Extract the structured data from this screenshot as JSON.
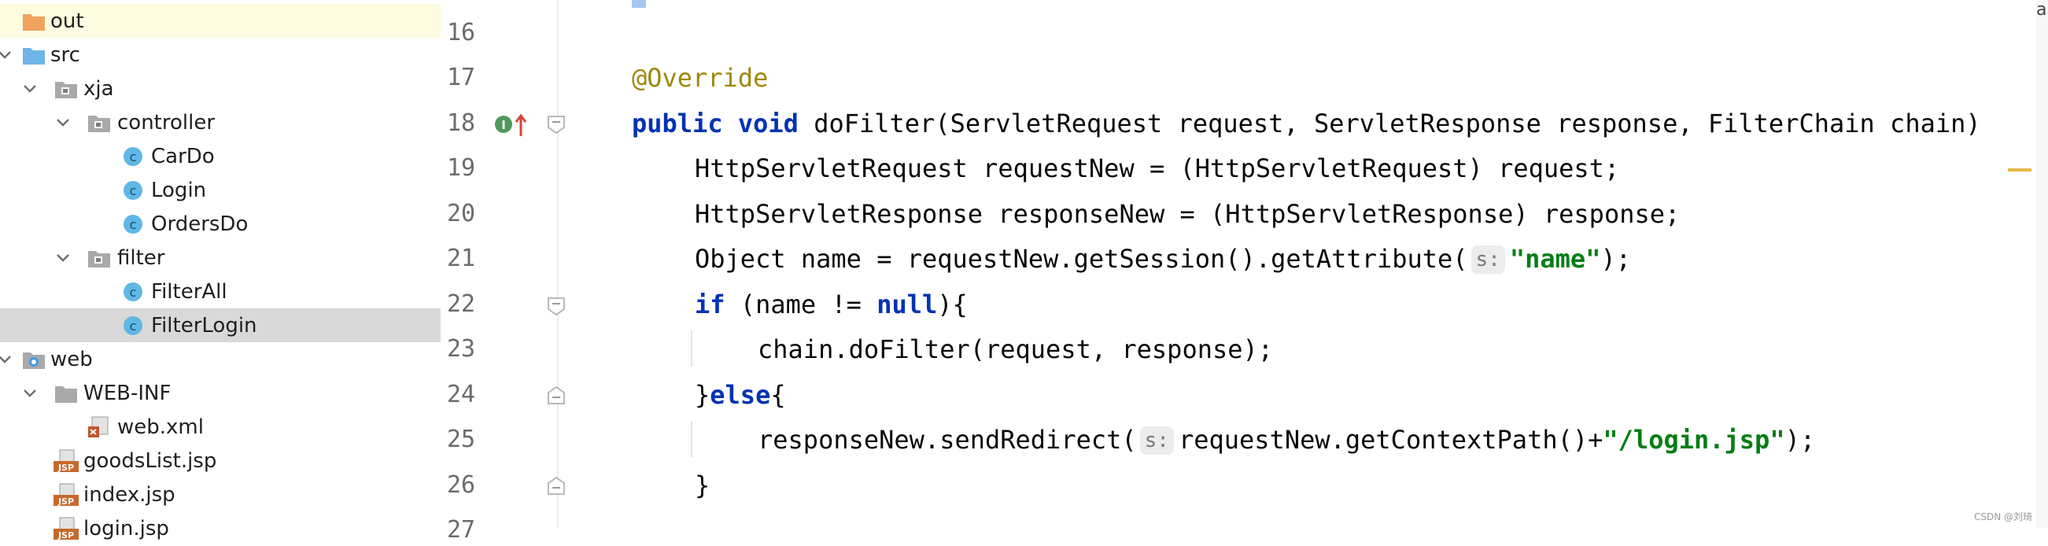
{
  "project_tree": {
    "items": [
      {
        "label": "out",
        "icon": "folder-orange"
      },
      {
        "label": "src",
        "icon": "folder-blue"
      },
      {
        "label": "xja",
        "icon": "package"
      },
      {
        "label": "controller",
        "icon": "package"
      },
      {
        "label": "CarDo",
        "icon": "class"
      },
      {
        "label": "Login",
        "icon": "class"
      },
      {
        "label": "OrdersDo",
        "icon": "class"
      },
      {
        "label": "filter",
        "icon": "package"
      },
      {
        "label": "FilterAll",
        "icon": "class"
      },
      {
        "label": "FilterLogin",
        "icon": "class"
      },
      {
        "label": "web",
        "icon": "web-folder"
      },
      {
        "label": "WEB-INF",
        "icon": "folder-gray"
      },
      {
        "label": "web.xml",
        "icon": "xml-file"
      },
      {
        "label": "goodsList.jsp",
        "icon": "jsp-file"
      },
      {
        "label": "index.jsp",
        "icon": "jsp-file"
      },
      {
        "label": "login.jsp",
        "icon": "jsp-file"
      }
    ],
    "class_icon_letter": "c",
    "jsp_badge": "JSP"
  },
  "gutter": {
    "line_numbers": [
      "16",
      "17",
      "18",
      "19",
      "20",
      "21",
      "22",
      "23",
      "24",
      "25",
      "26",
      "27"
    ],
    "implement_marker_letter": "I"
  },
  "code": {
    "l17_annotation": "@Override",
    "l18_kw1": "public",
    "l18_kw2": "void",
    "l18_rest": " doFilter(ServletRequest request, ServletResponse response, FilterChain chain)",
    "l19": "HttpServletRequest requestNew = (HttpServletRequest) request;",
    "l20": "HttpServletResponse responseNew = (HttpServletResponse) response;",
    "l21_pre": "Object name = requestNew.getSession().getAttribute(",
    "l21_hint": "s:",
    "l21_str": "\"name\"",
    "l21_post": ");",
    "l22_kw": "if",
    "l22_mid": " (name != ",
    "l22_null": "null",
    "l22_post": "){",
    "l23": "chain.doFilter(request, response);",
    "l24_pre": "}",
    "l24_kw": "else",
    "l24_post": "{",
    "l25_pre": "responseNew.sendRedirect(",
    "l25_hint": "s:",
    "l25_mid": "requestNew.getContextPath()+",
    "l25_str": "\"/login.jsp\"",
    "l25_post": ");",
    "l26": "}"
  },
  "watermark": "CSDN @刘琦",
  "right_edge_glyph": "a",
  "colors": {
    "keyword": "#0033b3",
    "annotation": "#9e880d",
    "string": "#067d17",
    "class_icon": "#5fb7e5",
    "selected_row": "#d9d9d9",
    "highlight_row": "#fdfbe0"
  }
}
